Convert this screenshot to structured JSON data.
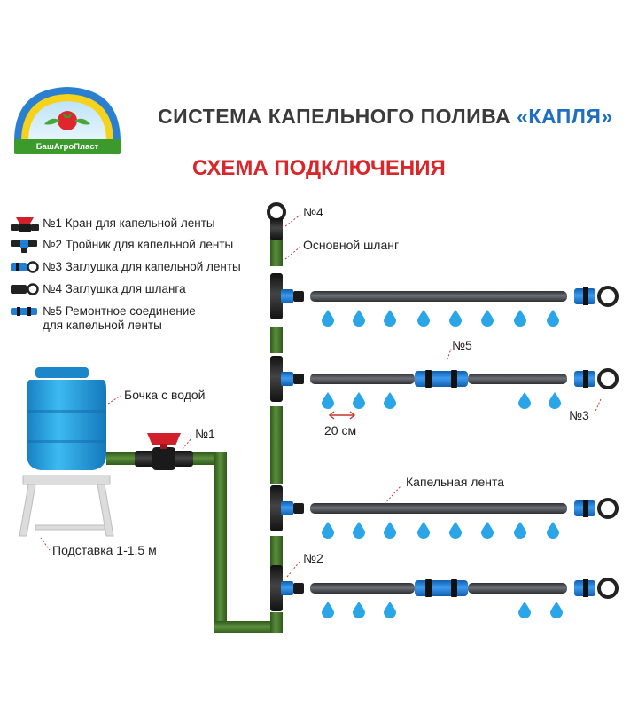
{
  "logo": {
    "text": "БашАгроПласт"
  },
  "title": {
    "main": "СИСТЕМА КАПЕЛЬНОГО ПОЛИВА ",
    "brand": "«КАПЛЯ»"
  },
  "subtitle": "СХЕМА ПОДКЛЮЧЕНИЯ",
  "legend": [
    {
      "label": "№1 Кран для капельной ленты",
      "icon": "valve-icon"
    },
    {
      "label": "№2 Тройник для капельной ленты",
      "icon": "tee-icon"
    },
    {
      "label": "№3 Заглушка для капельной ленты",
      "icon": "tape-plug-icon"
    },
    {
      "label": "№4 Заглушка для шланга",
      "icon": "hose-plug-icon"
    },
    {
      "label": "№5 Ремонтное соединение",
      "label2": "для капельной ленты",
      "icon": "repair-connector-icon"
    }
  ],
  "callouts": {
    "n4": "№4",
    "main_hose": "Основной шланг",
    "n5": "№5",
    "n3": "№3",
    "spacing": "20 см",
    "barrel": "Бочка с водой",
    "n1": "№1",
    "drip_tape": "Капельная лента",
    "stand": "Подставка 1-1,5 м",
    "n2": "№2"
  },
  "colors": {
    "hose": "#3f6f28",
    "tape": "#4a4d52",
    "fitting_blue": "#1d7fd6",
    "valve_red": "#d1202a",
    "barrel": "#29a9e6",
    "drop": "#2aa6e8",
    "title": "#3b3b3b",
    "brand": "#1e6fc0",
    "subtitle": "#d8262a"
  }
}
